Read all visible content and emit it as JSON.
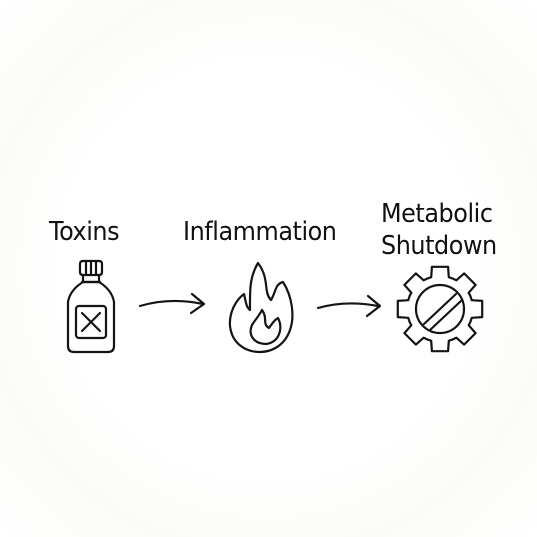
{
  "steps": [
    {
      "label": "Toxins",
      "icon": "poison-bottle-icon"
    },
    {
      "label": "Inflammation",
      "icon": "flame-icon"
    },
    {
      "label_line1": "Metabolic",
      "label_line2": "Shutdown",
      "icon": "broken-gear-icon"
    }
  ],
  "connectors": [
    "arrow-right-icon",
    "arrow-right-icon"
  ],
  "colors": {
    "ink": "#141414",
    "background": "#ffffff"
  }
}
